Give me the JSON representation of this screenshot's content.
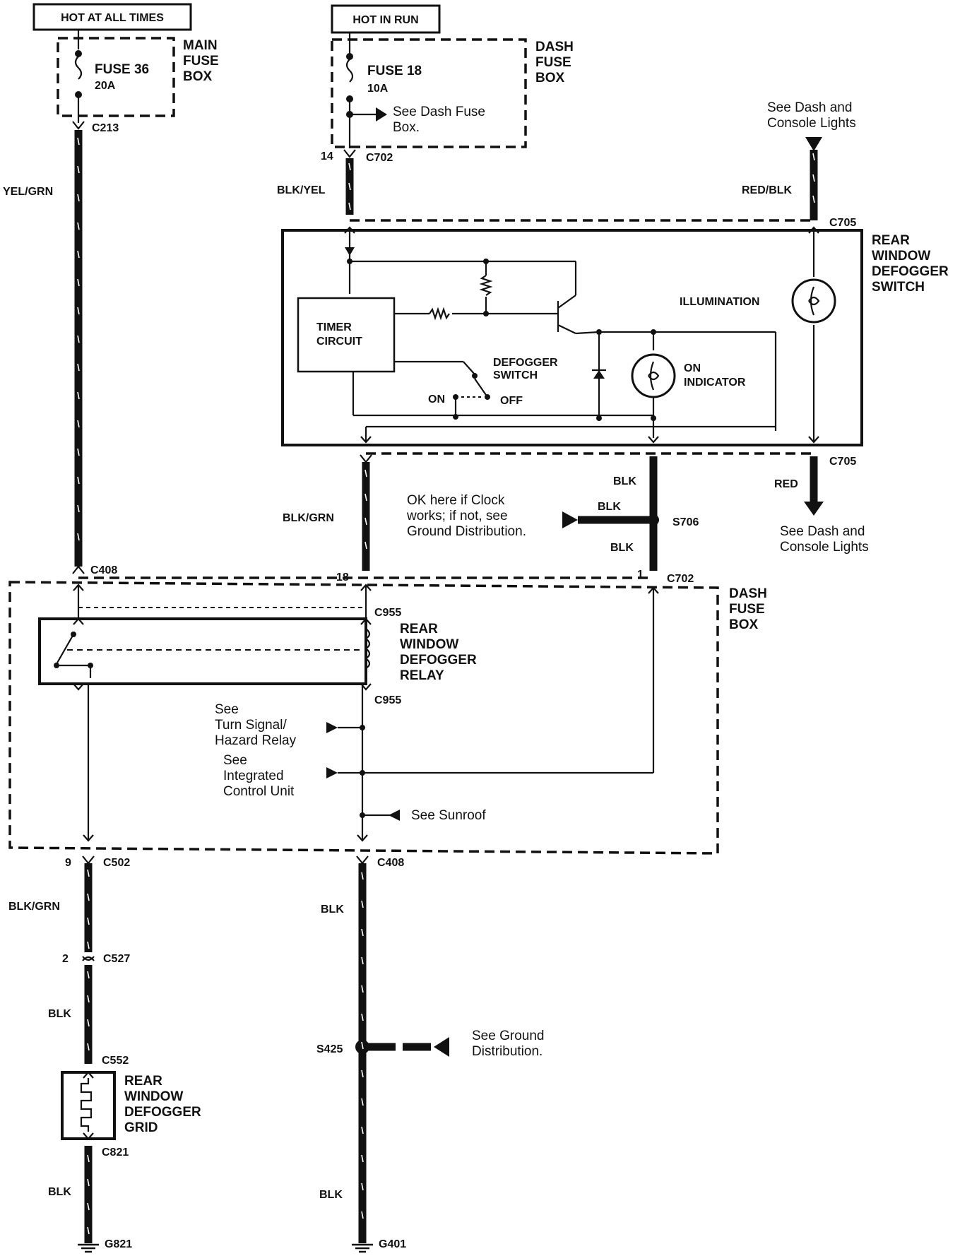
{
  "supplies": {
    "hot_at_all_times": "HOT AT ALL TIMES",
    "hot_in_run": "HOT IN RUN"
  },
  "fuses": {
    "fuse36_name": "FUSE 36",
    "fuse36_rating": "20A",
    "fuse18_name": "FUSE 18",
    "fuse18_rating": "10A",
    "main_fuse_box": [
      "MAIN",
      "FUSE",
      "BOX"
    ],
    "dash_fuse_box": [
      "DASH",
      "FUSE",
      "BOX"
    ],
    "see_dash_fuse_box": [
      "See Dash Fuse",
      "Box."
    ]
  },
  "connectors": {
    "c213": "C213",
    "c702": "C702",
    "c705": "C705",
    "c408": "C408",
    "c955": "C955",
    "c502": "C502",
    "c527": "C527",
    "c552": "C552",
    "c821": "C821",
    "s706": "S706",
    "s425": "S425",
    "g821": "G821",
    "g401": "G401",
    "pin_14": "14",
    "pin_18": "18",
    "pin_1": "1",
    "pin_9": "9",
    "pin_2": "2"
  },
  "wires": {
    "yel_grn": "YEL/GRN",
    "blk_yel": "BLK/YEL",
    "red_blk": "RED/BLK",
    "blk_grn": "BLK/GRN",
    "blk": "BLK",
    "red": "RED"
  },
  "components": {
    "defogger_switch_title": [
      "REAR",
      "WINDOW",
      "DEFOGGER",
      "SWITCH"
    ],
    "timer_circuit": [
      "TIMER",
      "CIRCUIT"
    ],
    "defogger_switch": [
      "DEFOGGER",
      "SWITCH"
    ],
    "on": "ON",
    "off": "OFF",
    "illumination": "ILLUMINATION",
    "on_indicator": [
      "ON",
      "INDICATOR"
    ],
    "relay": [
      "REAR",
      "WINDOW",
      "DEFOGGER",
      "RELAY"
    ],
    "grid": [
      "REAR",
      "WINDOW",
      "DEFOGGER",
      "GRID"
    ]
  },
  "references": {
    "see_dash_console_top": [
      "See Dash and",
      "Console Lights"
    ],
    "see_dash_console_bottom": [
      "See Dash and",
      "Console Lights"
    ],
    "ok_here_clock": [
      "OK here if Clock",
      "works; if not, see",
      "Ground Distribution."
    ],
    "see_turn_signal": [
      "See",
      "Turn Signal/",
      "Hazard Relay"
    ],
    "see_icu": [
      "See",
      "Integrated",
      "Control Unit"
    ],
    "see_sunroof": "See Sunroof",
    "see_ground_distribution": [
      "See Ground",
      "Distribution."
    ]
  }
}
